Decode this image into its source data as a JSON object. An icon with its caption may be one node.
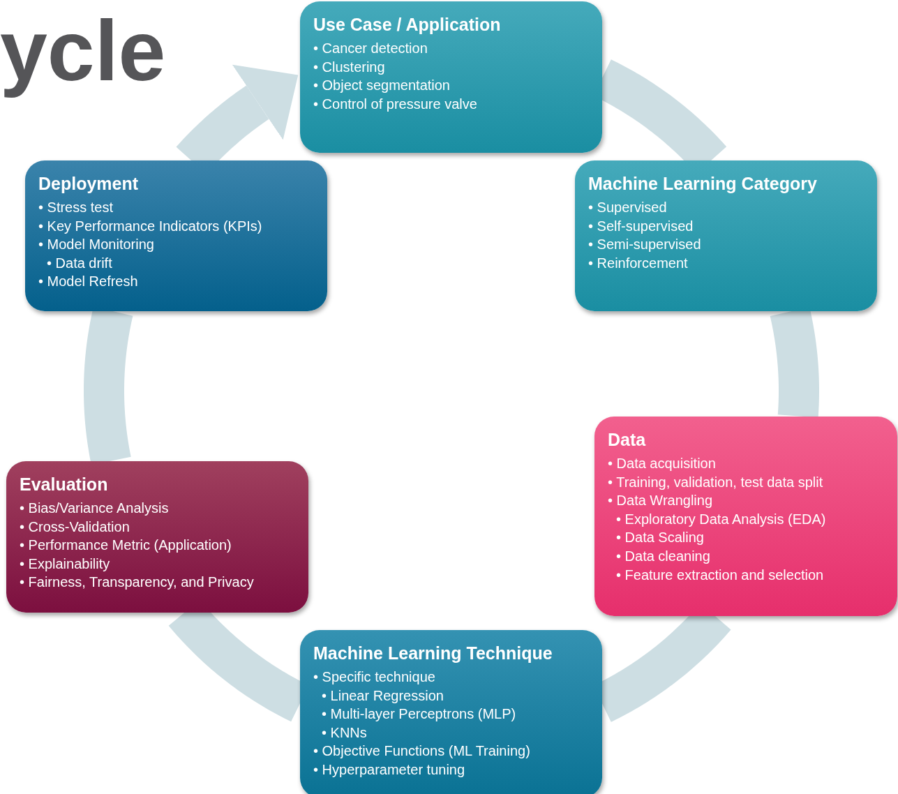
{
  "diagram": {
    "title": "ycle",
    "nodes": [
      {
        "text": [
          "Use Case / Application",
          "• Cancer detection",
          "• Clustering",
          "• Object segmentation",
          "• Control of pressure valve"
        ]
      },
      {
        "text": [
          "Machine Learning Category",
          "• Supervised",
          "• Self-supervised",
          "• Semi-supervised",
          "• Reinforcement"
        ]
      },
      {
        "text": [
          "Data",
          "• Data acquisition",
          "• Training, validation, test data split",
          "• Data Wrangling",
          "• Exploratory Data Analysis (EDA)",
          "• Data Scaling",
          "• Data cleaning",
          "• Feature extraction and selection"
        ]
      },
      {
        "text": [
          "Machine Learning Technique",
          "• Specific technique",
          "• Linear Regression",
          "• Multi-layer Perceptrons (MLP)",
          "• KNNs",
          "• Objective Functions (ML Training)",
          "• Hyperparameter tuning"
        ]
      },
      {
        "text": [
          "Evaluation",
          "• Bias/Variance Analysis",
          "• Cross-Validation",
          "• Performance Metric (Application)",
          "• Explainability",
          "• Fairness, Transparency, and Privacy"
        ]
      },
      {
        "text": [
          "Deployment",
          "• Stress test",
          "• Key Performance Indicators (KPIs)",
          "• Model Monitoring",
          "• Data drift",
          "• Model Refresh"
        ]
      }
    ],
    "edges": [
      {
        "from": 0,
        "to": 1,
        "arrow": "none"
      },
      {
        "from": 1,
        "to": 2,
        "arrow": "none"
      },
      {
        "from": 2,
        "to": 3,
        "arrow": "none"
      },
      {
        "from": 3,
        "to": 4,
        "arrow": "none"
      },
      {
        "from": 4,
        "to": 5,
        "arrow": "none"
      },
      {
        "from": 5,
        "to": 0,
        "arrow": "to"
      }
    ]
  }
}
